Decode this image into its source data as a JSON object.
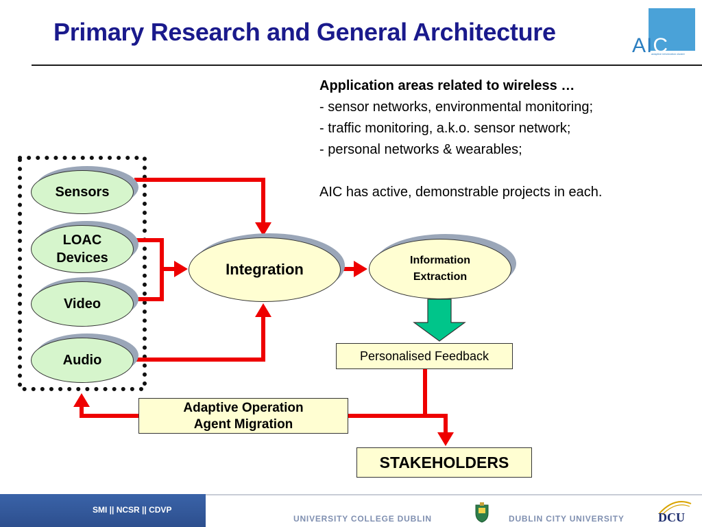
{
  "title": "Primary Research and General Architecture",
  "logo": {
    "text_a": "A",
    "text_i": "I",
    "text_c": "C",
    "tagline": "adaptive information cluster"
  },
  "applications": {
    "heading": "Application areas related to wireless …",
    "items": [
      "-  sensor networks, environmental monitoring;",
      "-  traffic monitoring, a.k.o. sensor network;",
      "-  personal networks & wearables;"
    ],
    "note": "AIC has active, demonstrable projects in each."
  },
  "inputs": {
    "sensors": "Sensors",
    "loac_line1": "LOAC",
    "loac_line2": "Devices",
    "video": "Video",
    "audio": "Audio"
  },
  "integration": "Integration",
  "information_extraction": {
    "line1": "Information",
    "line2": "Extraction"
  },
  "personalised_feedback": "Personalised Feedback",
  "adaptive": {
    "line1": "Adaptive Operation",
    "line2": "Agent Migration"
  },
  "stakeholders": "STAKEHOLDERS",
  "colors": {
    "arrow": "#ee0000",
    "title": "#1a1a8c",
    "oval_green": "#d6f5cc",
    "oval_yellow": "#fffed2",
    "down_arrow": "#00c58a",
    "footer_blue": "#3a63a8"
  },
  "footer": {
    "left": "SMI  ||  NCSR  ||  CDVP",
    "ucd": "UNIVERSITY COLLEGE DUBLIN",
    "dcu": "DUBLIN CITY UNIVERSITY",
    "dcu_logo": "DCU",
    "crest_icon": "ucd-crest-icon"
  }
}
